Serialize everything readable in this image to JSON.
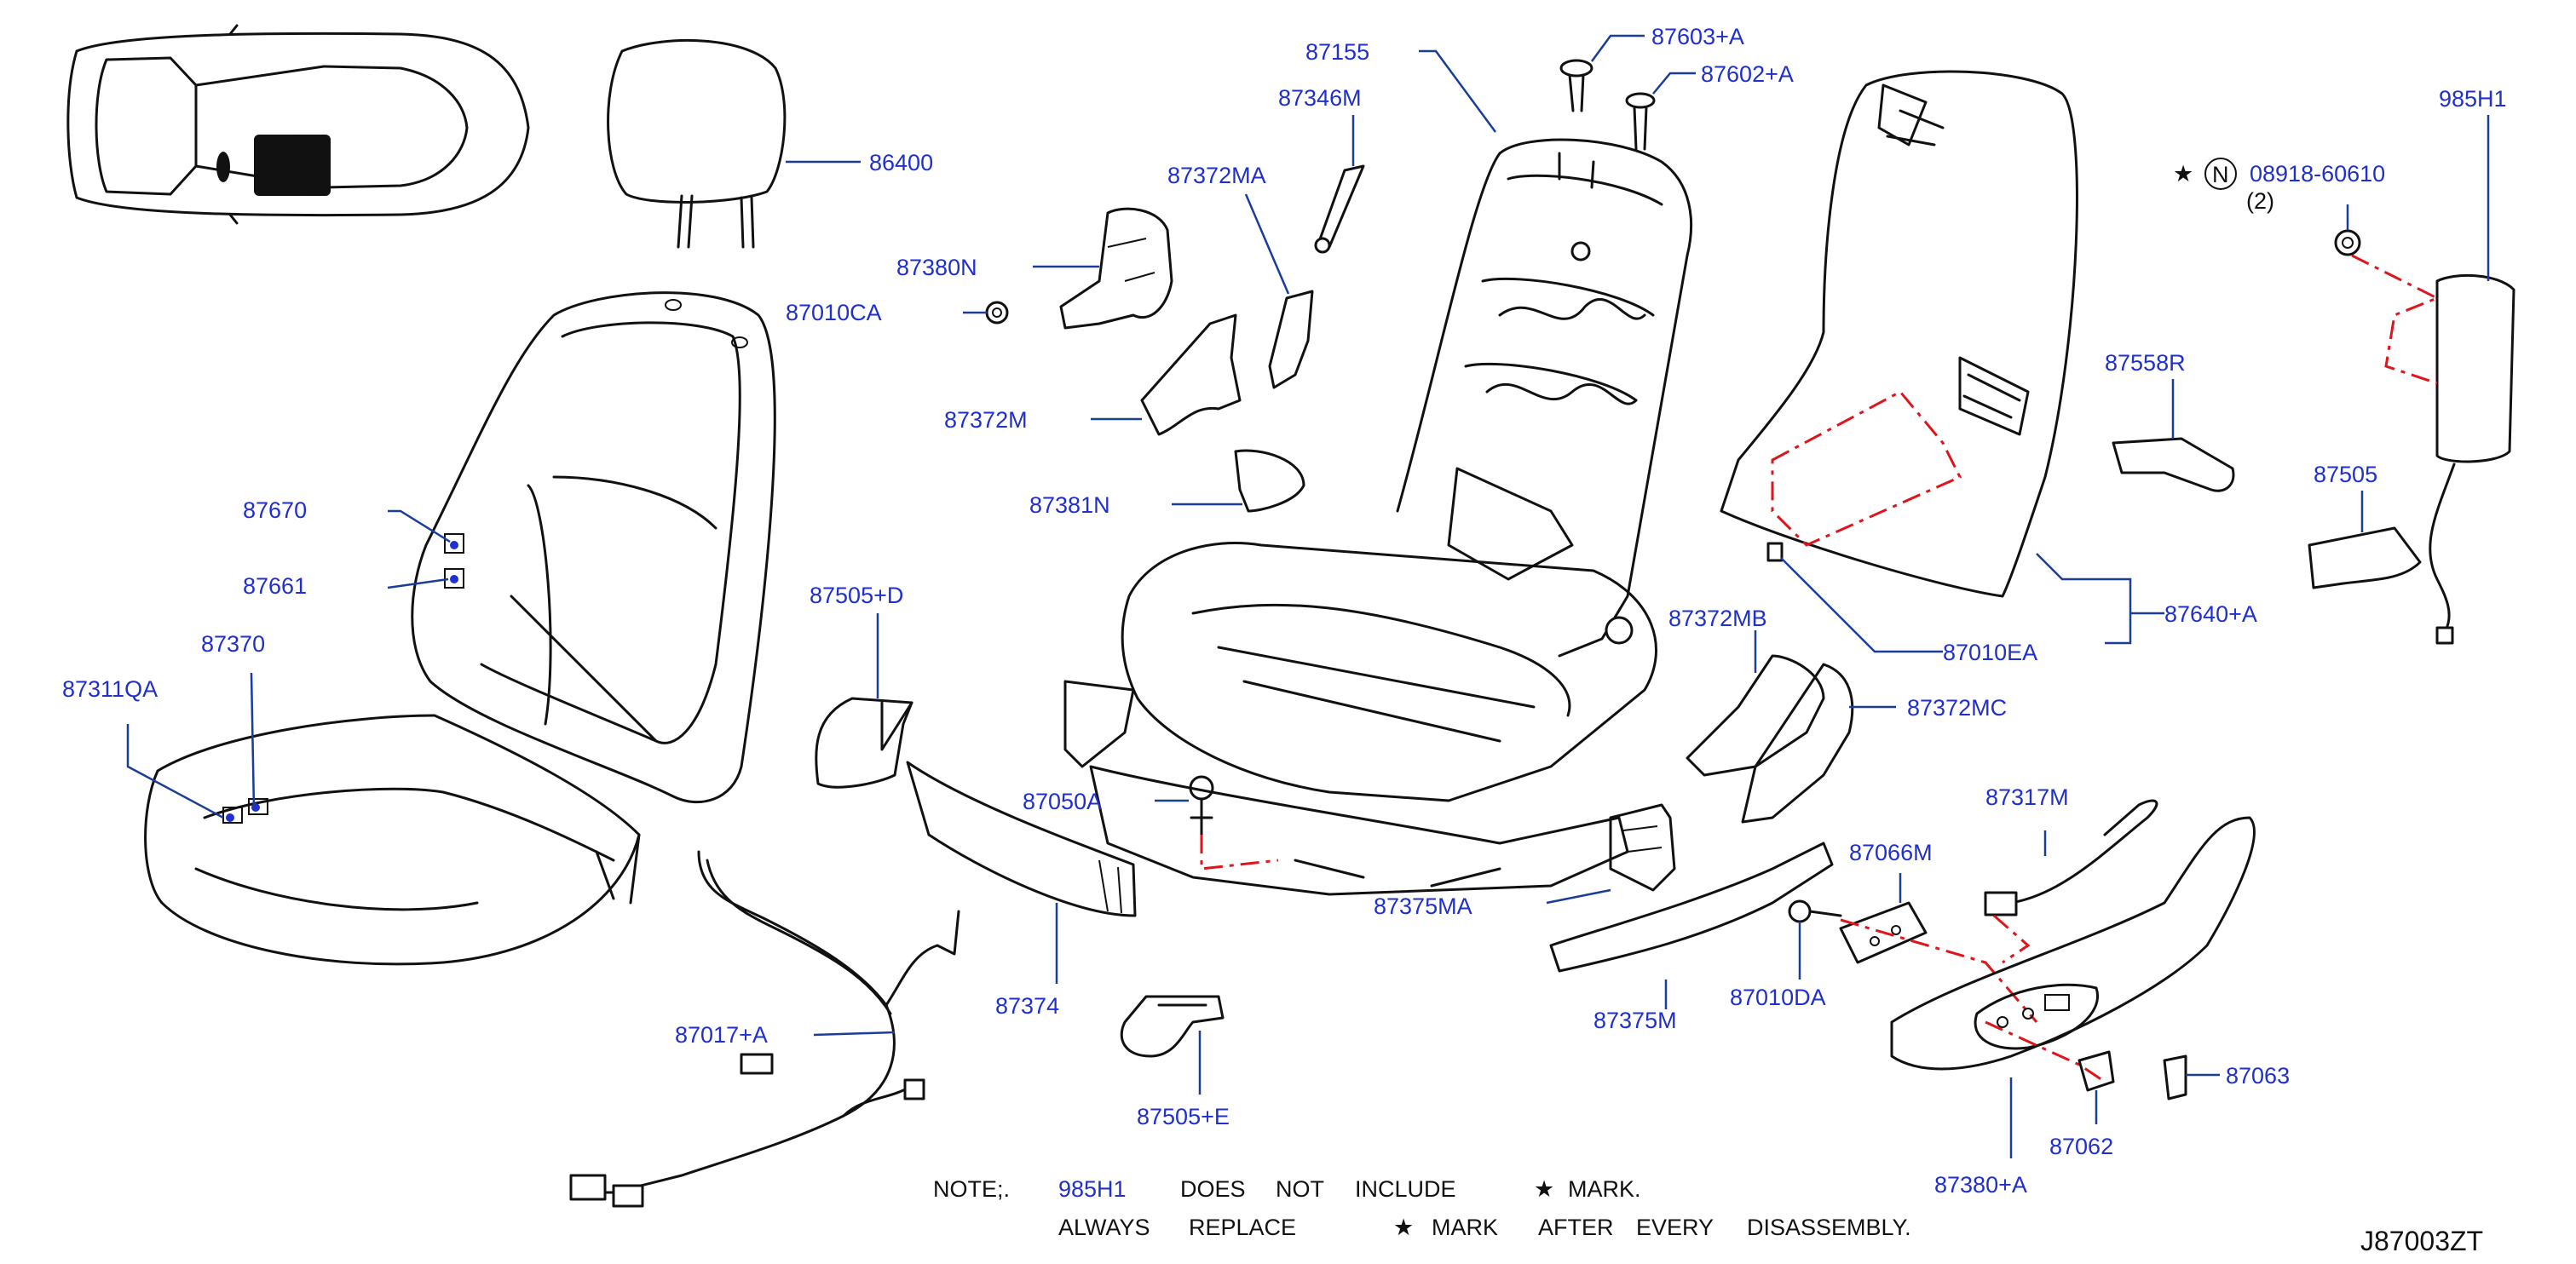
{
  "diagram_code": "J87003ZT",
  "labels": {
    "p86400": "86400",
    "p87670": "87670",
    "p87661": "87661",
    "p87370": "87370",
    "p87311QA": "87311QA",
    "p87017A": "87017+A",
    "p87374": "87374",
    "p87505E": "87505+E",
    "p87505D": "87505+D",
    "p87050A": "87050A",
    "p87380N": "87380N",
    "p87010CA": "87010CA",
    "p87372M": "87372M",
    "p87381N": "87381N",
    "p87372MA": "87372MA",
    "p87346M": "87346M",
    "p87155": "87155",
    "p87603A": "87603+A",
    "p87602A": "87602+A",
    "p87372MB": "87372MB",
    "p87372MC": "87372MC",
    "p87375MA": "87375MA",
    "p87375M": "87375M",
    "p87010DA": "87010DA",
    "p87066M": "87066M",
    "p87317M": "87317M",
    "p87063": "87063",
    "p87062": "87062",
    "p87380A": "87380+A",
    "p87010EA": "87010EA",
    "p87640A": "87640+A",
    "p87558R": "87558R",
    "p87505": "87505",
    "p985H1": "985H1",
    "p08918": "08918-60610",
    "p08918_qty": "(2)"
  },
  "note": {
    "prefix": "NOTE;.",
    "part": "985H1",
    "w1": "DOES",
    "w2": "NOT",
    "w3": "INCLUDE",
    "star1": "★",
    "w4": "MARK.",
    "l2a": "ALWAYS",
    "l2b": "REPLACE",
    "star2": "★",
    "l2c": "MARK",
    "l2d": "AFTER",
    "l2e": "EVERY",
    "l2f": "DISASSEMBLY."
  },
  "symbols": {
    "star": "★",
    "n_circle": "N"
  },
  "colors": {
    "label": "#1f2fd0",
    "leader": "#1a3d9c",
    "dashed_guide": "#e0141b",
    "line_art": "#111111"
  }
}
